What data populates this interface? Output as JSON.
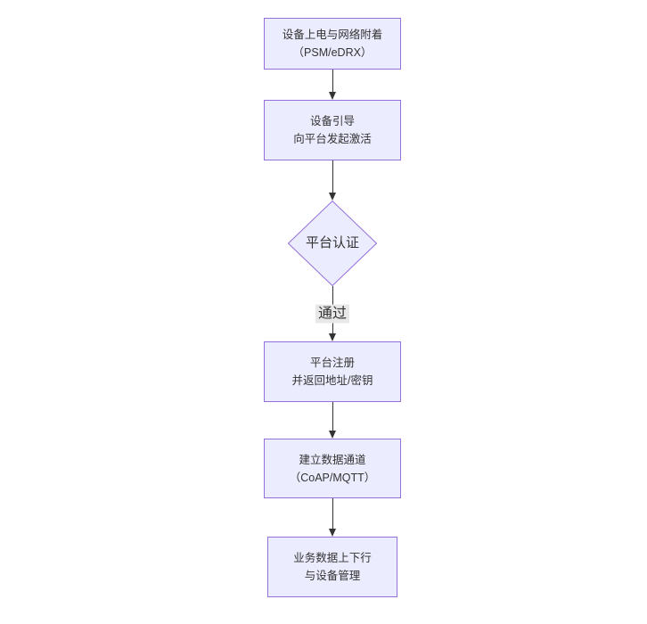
{
  "diagram": {
    "type": "flowchart",
    "direction": "top-down",
    "colors": {
      "canvas_bg": "#ffffff",
      "node_fill": "#ececff",
      "node_border": "#9370db",
      "node_text": "#333333",
      "edge_line": "#333333",
      "edge_label_bg": "#e8e8e8",
      "edge_label_text": "#333333"
    },
    "nodes": [
      {
        "id": "power-attach",
        "shape": "rect",
        "label": "设备上电与网络附着\n（PSM/eDRX）"
      },
      {
        "id": "bootstrap",
        "shape": "rect",
        "label": "设备引导\n向平台发起激活"
      },
      {
        "id": "platform-auth",
        "shape": "diamond",
        "label": "平台认证"
      },
      {
        "id": "platform-register",
        "shape": "rect",
        "label": "平台注册\n并返回地址/密钥"
      },
      {
        "id": "data-channel",
        "shape": "rect",
        "label": "建立数据通道\n（CoAP/MQTT）"
      },
      {
        "id": "business-data",
        "shape": "rect",
        "label": "业务数据上下行\n与设备管理"
      }
    ],
    "edges": [
      {
        "from": "power-attach",
        "to": "bootstrap",
        "label": ""
      },
      {
        "from": "bootstrap",
        "to": "platform-auth",
        "label": ""
      },
      {
        "from": "platform-auth",
        "to": "platform-register",
        "label": "通过"
      },
      {
        "from": "platform-register",
        "to": "data-channel",
        "label": ""
      },
      {
        "from": "data-channel",
        "to": "business-data",
        "label": ""
      }
    ]
  }
}
